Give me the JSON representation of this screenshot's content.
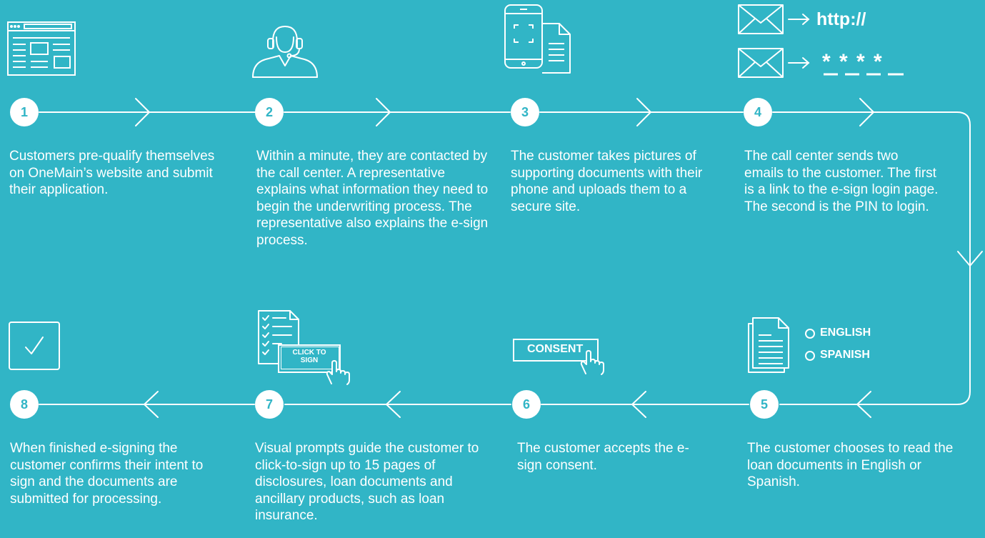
{
  "colors": {
    "background": "#31b5c6",
    "foreground": "#ffffff"
  },
  "steps": [
    {
      "number": "1",
      "icon": "website-layout-icon",
      "text": "Customers pre-qualify themselves on OneMain’s website and submit their application."
    },
    {
      "number": "2",
      "icon": "call-center-agent-icon",
      "text": "Within a minute, they are contacted by the call center. A representative explains what information they need to begin the underwriting process. The representative also explains the e-sign process."
    },
    {
      "number": "3",
      "icon": "phone-scan-document-icon",
      "text": "The customer takes pictures of supporting documents with their phone and uploads them to a secure site."
    },
    {
      "number": "4",
      "icon": "email-icon",
      "text": "The call center sends two emails to the customer. The first is a link to the e-sign login page. The second is the PIN to login.",
      "link_label": "http://",
      "pin_label": "* * * *"
    },
    {
      "number": "5",
      "icon": "language-document-icon",
      "text": "The customer chooses to read the loan documents in English or Spanish.",
      "options": [
        "ENGLISH",
        "SPANISH"
      ]
    },
    {
      "number": "6",
      "icon": "consent-button-icon",
      "text": "The customer accepts the e-sign consent.",
      "button_label": "CONSENT"
    },
    {
      "number": "7",
      "icon": "click-to-sign-icon",
      "text": "Visual prompts guide the customer to click-to-sign up to 15 pages of disclosures, loan documents and ancillary products, such as loan insurance.",
      "button_label_line1": "CLICK TO",
      "button_label_line2": "SIGN"
    },
    {
      "number": "8",
      "icon": "checkbox-checked-icon",
      "text": "When finished e-signing the customer confirms their intent to sign and the documents are submitted for processing."
    }
  ]
}
